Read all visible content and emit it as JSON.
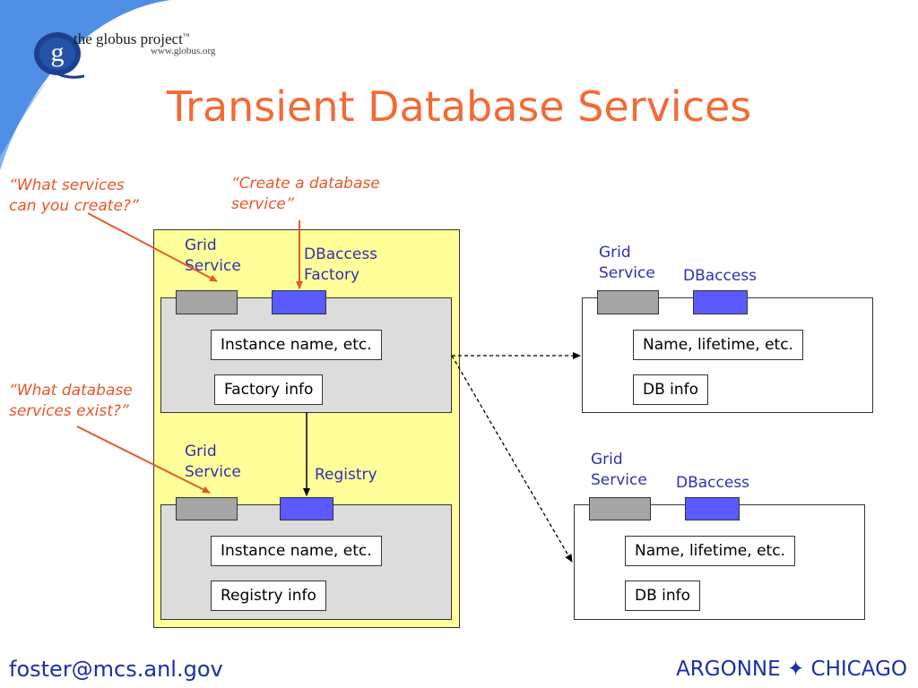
{
  "header": {
    "logo_name": "the globus project",
    "logo_tm": "™",
    "logo_url": "www.globus.org",
    "title": "Transient Database Services"
  },
  "quotes": {
    "what_services_1": "“What services",
    "what_services_2": "can you create?”",
    "create_db_1": "“Create a database",
    "create_db_2": "service”",
    "what_db_1": "“What database",
    "what_db_2": "services exist?”"
  },
  "left_stack": {
    "factory": {
      "grid_label_1": "Grid",
      "grid_label_2": "Service",
      "port_label_1": "DBaccess",
      "port_label_2": "Factory",
      "row1": "Instance name, etc.",
      "row2": "Factory info"
    },
    "registry": {
      "grid_label_1": "Grid",
      "grid_label_2": "Service",
      "port_label": "Registry",
      "row1": "Instance name, etc.",
      "row2": "Registry info"
    }
  },
  "right_services": [
    {
      "grid_label_1": "Grid",
      "grid_label_2": "Service",
      "port_label": "DBaccess",
      "row1": "Name, lifetime, etc.",
      "row2": "DB info"
    },
    {
      "grid_label_1": "Grid",
      "grid_label_2": "Service",
      "port_label": "DBaccess",
      "row1": "Name, lifetime, etc.",
      "row2": "DB info"
    }
  ],
  "footer": {
    "email": "foster@mcs.anl.gov",
    "org": "ARGONNE ✦ CHICAGO"
  },
  "colors": {
    "title": "#f26a35",
    "quote": "#e8562a",
    "label_blue": "#3030b0",
    "container_yellow": "#ffff99",
    "panel_gray": "#dcdcdc",
    "tab_gray": "#a6a6a6",
    "tab_blue": "#5a5aff",
    "footer_blue": "#1b2fa8",
    "corner_blue": "#4f8fe6"
  }
}
